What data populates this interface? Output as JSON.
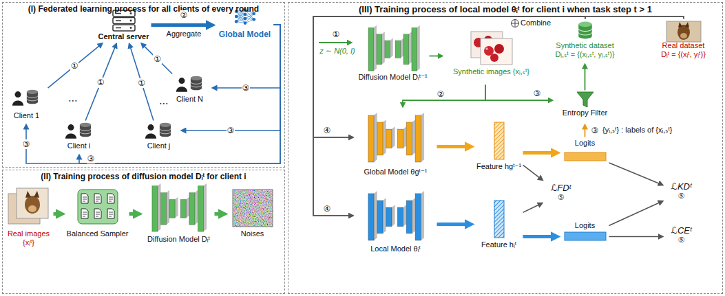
{
  "diagram": {
    "nodes": [
      {
        "text": [
          "(I) Federated learning process for all clients of every round"
        ]
      },
      {
        "text": [
          "Central server"
        ],
        "in": 0
      },
      {
        "text": [
          "Global Model"
        ],
        "in": 0
      },
      {
        "text": [
          "Client 1"
        ],
        "in": 0
      },
      {
        "text": [
          "Client i"
        ],
        "in": 0
      },
      {
        "text": [
          "Client j"
        ],
        "in": 0
      },
      {
        "text": [
          "Client N"
        ],
        "in": 0
      },
      {
        "text": [
          "(II) Training process of diffusion model Dᵢᵗ for client i"
        ]
      },
      {
        "text": [
          "Real images {xᵢᵗ}"
        ],
        "in": 7
      },
      {
        "text": [
          "Balanced Sampler"
        ],
        "in": 7
      },
      {
        "text": [
          "Diffusion Model Dᵢᵗ"
        ],
        "in": 7
      },
      {
        "text": [
          "Noises"
        ],
        "in": 7
      },
      {
        "text": [
          "(III) Training process of local model θᵢᵗ for client i when task step t > 1"
        ]
      },
      {
        "text": [
          "Diffusion Model Dᵢᵗ⁻¹"
        ],
        "in": 12
      },
      {
        "text": [
          "Synthetic images {xᵢ,ₛᵗ}"
        ],
        "in": 12
      },
      {
        "text": [
          "Synthetic dataset",
          "Dᵢ,ₛᵗ = {(xᵢ,ₛᵗ, yᵢ,ₛᵗ)}"
        ],
        "in": 12
      },
      {
        "text": [
          "Real dataset",
          "Dᵢᵗ = {(xᵢᵗ, yᵢᵗ)}"
        ],
        "in": 12
      },
      {
        "text": [
          "Entropy Filter"
        ],
        "in": 12
      },
      {
        "text": [
          "Global Model θgᵗ⁻¹"
        ],
        "in": 12
      },
      {
        "text": [
          "Feature hgᵗ⁻¹"
        ],
        "in": 12
      },
      {
        "text": [
          "Logits"
        ],
        "in": 12
      },
      {
        "text": [
          "Local Model θᵢᵗ"
        ],
        "in": 12
      },
      {
        "text": [
          "Feature hᵢᵗ"
        ],
        "in": 12
      },
      {
        "text": [
          "Logits"
        ],
        "in": 12
      },
      {
        "text": [
          "ℒFDᵗ",
          "⑤"
        ],
        "in": 12
      },
      {
        "text": [
          "ℒKDᵗ",
          "⑤"
        ],
        "in": 12
      },
      {
        "text": [
          "ℒCEᵗ",
          "⑤"
        ],
        "in": 12
      }
    ],
    "edges": [
      {
        "from": 3,
        "to": 1,
        "arrow": "to",
        "label": "①"
      },
      {
        "from": 4,
        "to": 1,
        "arrow": "to",
        "label": "①"
      },
      {
        "from": 5,
        "to": 1,
        "arrow": "to",
        "label": "①"
      },
      {
        "from": 6,
        "to": 1,
        "arrow": "to",
        "label": "①"
      },
      {
        "from": 1,
        "to": 2,
        "arrow": "to",
        "label": "Aggregate"
      },
      {
        "from": 2,
        "to": 6,
        "arrow": "to",
        "label": "③"
      },
      {
        "from": 2,
        "to": 5,
        "arrow": "to",
        "label": "③"
      },
      {
        "from": 2,
        "to": 4,
        "arrow": "to",
        "label": "③"
      },
      {
        "from": 2,
        "to": 3,
        "arrow": "to",
        "label": "③"
      },
      {
        "from": 8,
        "to": 9,
        "arrow": "to"
      },
      {
        "from": 9,
        "to": 10,
        "arrow": "to"
      },
      {
        "from": 10,
        "to": 11,
        "arrow": "to"
      },
      {
        "from": 13,
        "to": 14,
        "arrow": "to"
      },
      {
        "from": 14,
        "to": 17,
        "arrow": "to"
      },
      {
        "from": 14,
        "to": 18,
        "arrow": "to",
        "label": "②"
      },
      {
        "from": 17,
        "to": 15,
        "arrow": "to"
      },
      {
        "from": 20,
        "to": 17,
        "arrow": "to"
      },
      {
        "from": 15,
        "to": 18,
        "arrow": "to",
        "label": "④"
      },
      {
        "from": 15,
        "to": 21,
        "arrow": "to",
        "label": "④"
      },
      {
        "from": 16,
        "to": 18,
        "arrow": "to"
      },
      {
        "from": 16,
        "to": 21,
        "arrow": "to"
      },
      {
        "from": 18,
        "to": 19,
        "arrow": "to"
      },
      {
        "from": 19,
        "to": 20,
        "arrow": "to"
      },
      {
        "from": 21,
        "to": 22,
        "arrow": "to"
      },
      {
        "from": 22,
        "to": 23,
        "arrow": "to"
      },
      {
        "from": 19,
        "to": 24,
        "arrow": "to"
      },
      {
        "from": 22,
        "to": 24,
        "arrow": "to"
      },
      {
        "from": 20,
        "to": 25,
        "arrow": "to"
      },
      {
        "from": 23,
        "to": 25,
        "arrow": "to"
      },
      {
        "from": 23,
        "to": 26,
        "arrow": "to"
      }
    ],
    "labels": [
      "②",
      "⋯",
      "⋯",
      "①",
      "z ∼ N(0, I)",
      "Combine",
      "③",
      "③",
      "{yᵢ,ₛᵗ} : labels of {xᵢ,ₛᵗ}"
    ]
  }
}
